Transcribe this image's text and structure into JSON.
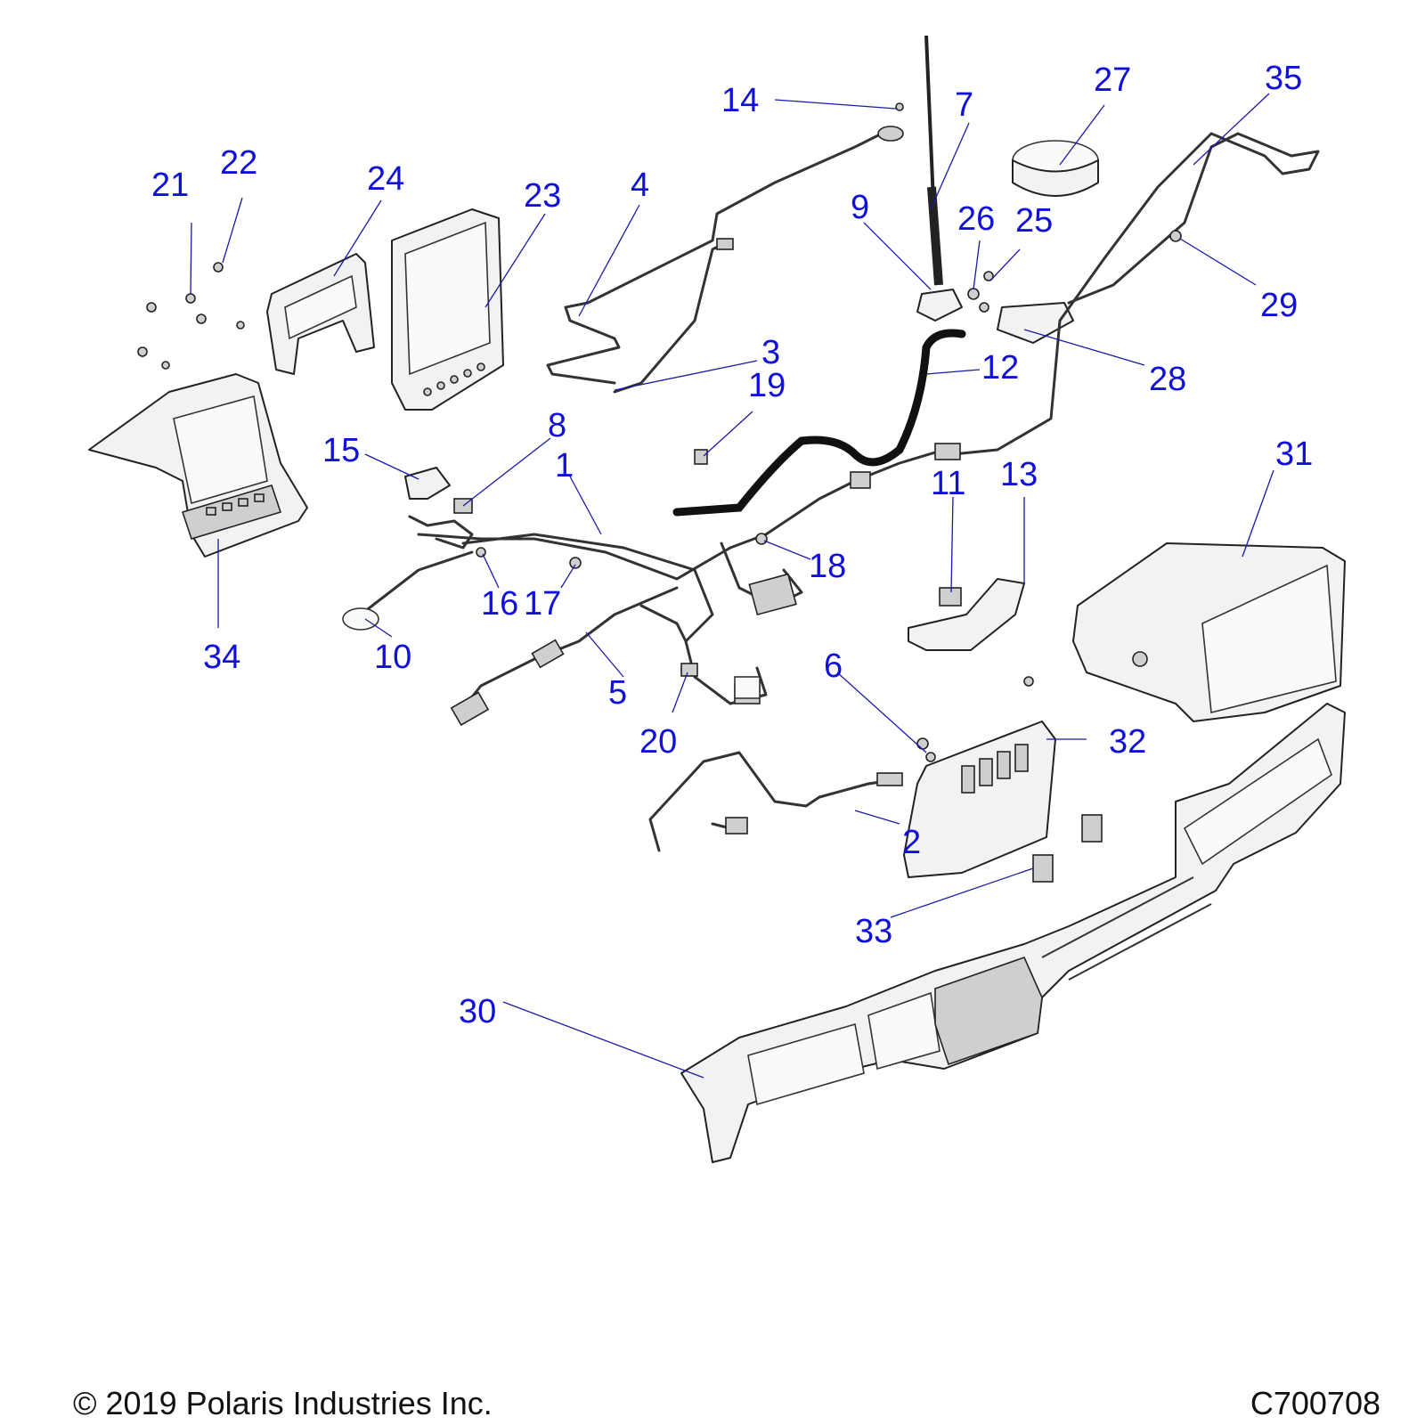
{
  "callouts": {
    "c1": "1",
    "c2": "2",
    "c3": "3",
    "c4": "4",
    "c5": "5",
    "c6": "6",
    "c7": "7",
    "c8": "8",
    "c9": "9",
    "c10": "10",
    "c11": "11",
    "c12": "12",
    "c13": "13",
    "c14": "14",
    "c15": "15",
    "c16": "16",
    "c17": "17",
    "c18": "18",
    "c19": "19",
    "c20": "20",
    "c21": "21",
    "c22": "22",
    "c23": "23",
    "c24": "24",
    "c25": "25",
    "c26": "26",
    "c27": "27",
    "c28": "28",
    "c29": "29",
    "c30": "30",
    "c31": "31",
    "c32": "32",
    "c33": "33",
    "c34": "34",
    "c35": "35"
  },
  "footer": {
    "copyright": "© 2019 Polaris Industries Inc.",
    "diagram_code": "C700708"
  },
  "colors": {
    "callout": "#1010d8",
    "leader": "#1a1aa8",
    "outline": "#222222"
  }
}
